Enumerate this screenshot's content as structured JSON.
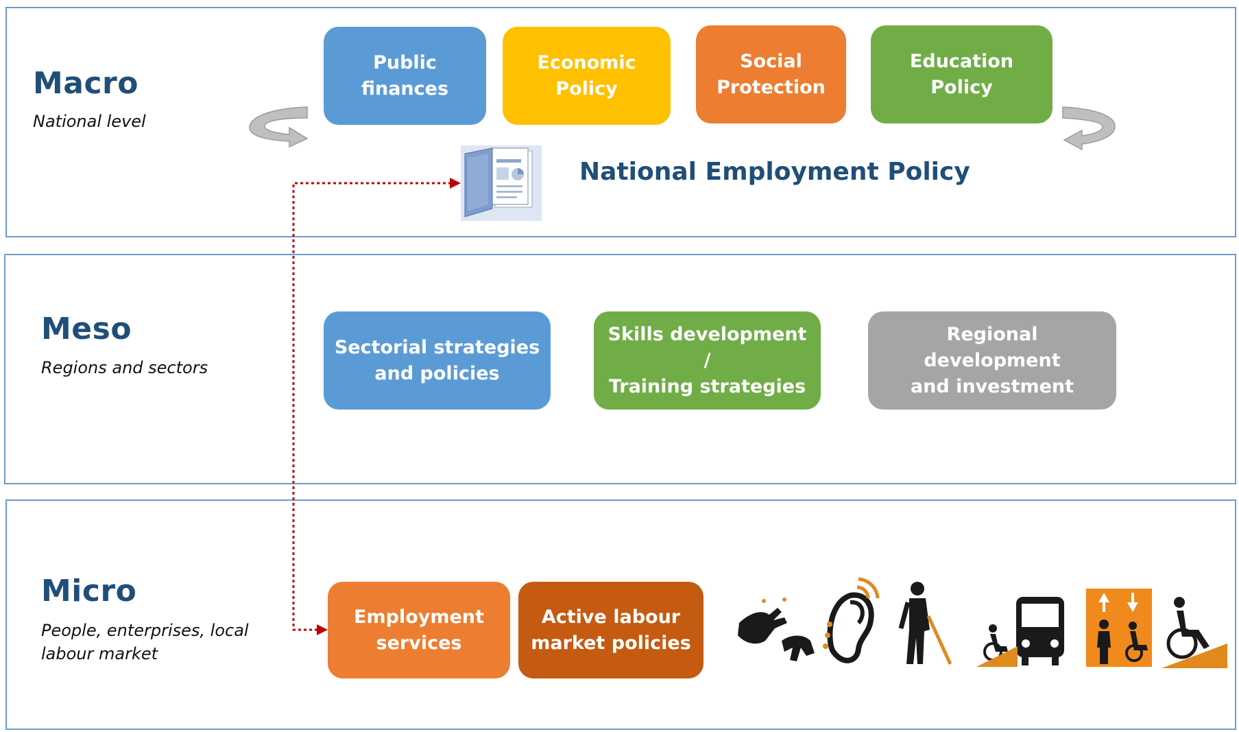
{
  "macro": {
    "title": "Macro",
    "subtitle": "National level",
    "boxes": [
      {
        "label": "Public\nfinances",
        "color": "#5b9bd5"
      },
      {
        "label": "Economic\nPolicy",
        "color": "#ffc000"
      },
      {
        "label": "Social\nProtection",
        "color": "#ed7d31"
      },
      {
        "label": "Education\nPolicy",
        "color": "#70ad47"
      }
    ],
    "document_title": "National Employment Policy"
  },
  "meso": {
    "title": "Meso",
    "subtitle": "Regions and sectors",
    "boxes": [
      {
        "label": "Sectorial strategies\nand policies",
        "color": "#5b9bd5"
      },
      {
        "label": "Skills development /\nTraining strategies",
        "color": "#70ad47"
      },
      {
        "label": "Regional development\nand investment",
        "color": "#a5a5a5"
      }
    ]
  },
  "micro": {
    "title": "Micro",
    "subtitle": "People, enterprises, local\nlabour market",
    "boxes": [
      {
        "label": "Employment\nservices",
        "color": "#ed7d31"
      },
      {
        "label": "Active labour\nmarket policies",
        "color": "#c55a11"
      }
    ],
    "icons": [
      "sign-language-icon",
      "hearing-assistance-icon",
      "blind-person-cane-icon",
      "accessible-bus-icon",
      "accessible-elevator-icon",
      "wheelchair-ramp-icon"
    ]
  },
  "colors": {
    "title_blue": "#1f4e79",
    "panel_border": "#6a9bd0",
    "connector_red": "#c00000"
  }
}
